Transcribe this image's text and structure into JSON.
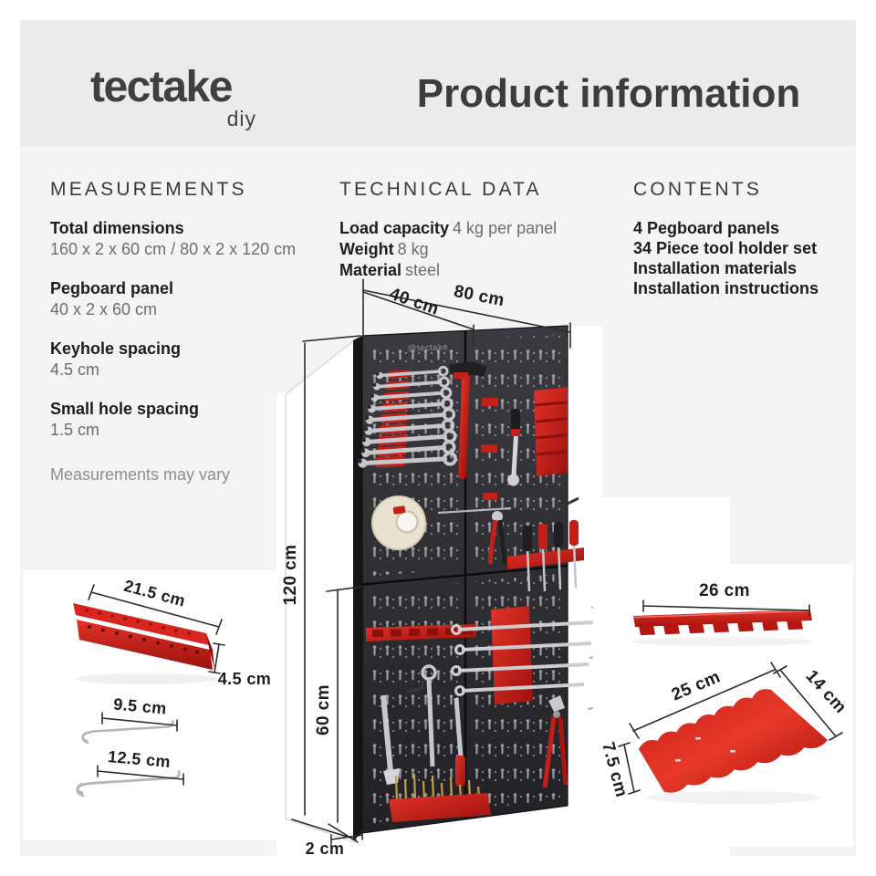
{
  "brand": {
    "logo": "tectake",
    "logo_sub": "diy",
    "board_logo": "@tectake"
  },
  "header": {
    "title": "Product information"
  },
  "sections": {
    "measurements": {
      "heading": "MEASUREMENTS",
      "items": [
        {
          "label": "Total dimensions",
          "value": "160 x 2 x 60 cm / 80 x 2 x 120 cm"
        },
        {
          "label": "Pegboard panel",
          "value": "40 x 2 x 60 cm"
        },
        {
          "label": "Keyhole spacing",
          "value": "4.5 cm"
        },
        {
          "label": "Small hole spacing",
          "value": "1.5 cm"
        }
      ],
      "note": "Measurements may vary"
    },
    "technical": {
      "heading": "TECHNICAL DATA",
      "items": [
        {
          "label": "Load capacity",
          "value": "4 kg per panel"
        },
        {
          "label": "Weight",
          "value": "8 kg"
        },
        {
          "label": "Material",
          "value": "steel"
        }
      ]
    },
    "contents": {
      "heading": "CONTENTS",
      "items": [
        "4 Pegboard panels",
        "34 Piece tool holder set",
        "Installation materials",
        "Installation instructions"
      ]
    }
  },
  "diagram": {
    "board": {
      "total_width": "80 cm",
      "panel_width": "40 cm",
      "total_height": "120 cm",
      "panel_height": "60 cm",
      "depth": "2 cm"
    },
    "bit_holder": {
      "length": "21.5 cm",
      "height": "4.5 cm"
    },
    "small_hook": {
      "length": "9.5 cm"
    },
    "large_hook": {
      "length": "12.5 cm"
    },
    "rail_holder": {
      "length": "26 cm"
    },
    "wrench_holder": {
      "length": "25 cm",
      "depth": "14 cm",
      "height": "7.5 cm"
    }
  },
  "colors": {
    "accent_red": "#d1211b",
    "panel_dark": "#2a2a2e",
    "header_bg": "#ebebeb",
    "content_bg": "#f4f4f4"
  }
}
